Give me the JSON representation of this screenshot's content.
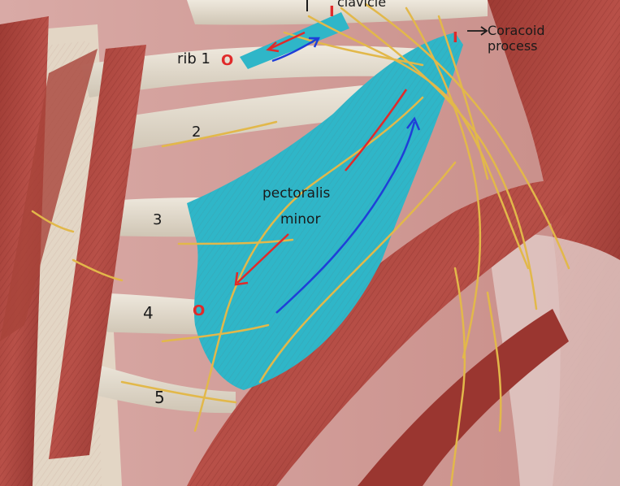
{
  "annotations": {
    "clavicle": "clavicle",
    "rib1": "rib 1",
    "rib2": "2",
    "rib3": "3",
    "rib4": "4",
    "rib5": "5",
    "muscle_line1": "pectoralis",
    "muscle_line2": "minor",
    "coracoid_line1": "Coracoid",
    "coracoid_line2": "process",
    "origin_marker": "O",
    "insertion_marker": "I"
  },
  "colors": {
    "muscle_highlight": "#2fb6c8",
    "muscle_red": "#a8433a",
    "nerve_yellow": "#e2b84a",
    "bone": "#e4ddcf",
    "marker_red": "#e02a2a",
    "arrow_blue": "#1f3fd8",
    "ink": "#1a1a1a"
  }
}
